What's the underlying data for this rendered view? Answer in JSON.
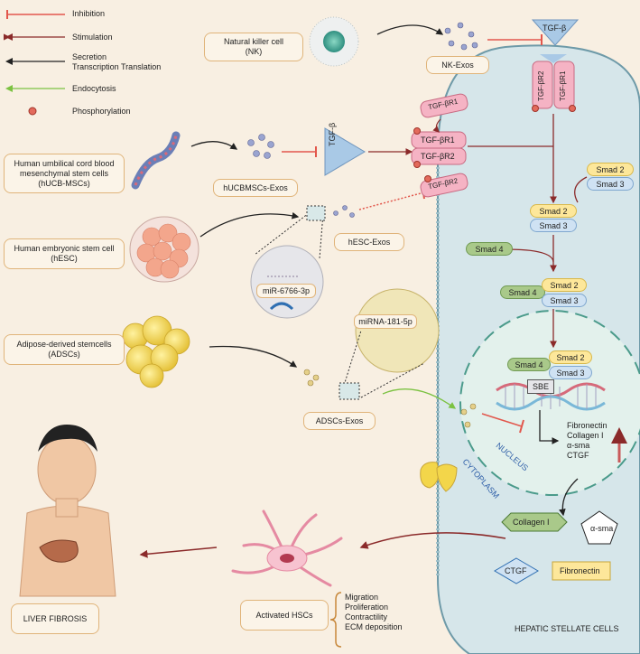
{
  "legend": [
    {
      "label": "Inhibition"
    },
    {
      "label": "Stimulation"
    },
    {
      "label": "Secretion\nTranscription Translation"
    },
    {
      "label": "Endocytosis"
    },
    {
      "label": "Phosphorylation"
    }
  ],
  "cells": {
    "nk": "Natural killer cell\n(NK)",
    "hucb": "Human umbilical cord blood\nmesenchymal stem cells\n(hUCB-MSCs)",
    "hesc": "Human embryonic stem cell\n(hESC)",
    "ads": "Adipose-derived stemcells\n(ADSCs)"
  },
  "exos": {
    "nk": "NK-Exos",
    "hucb": "hUCBMSCs-Exos",
    "hesc": "hESC-Exos",
    "ads": "ADSCs-Exos"
  },
  "mirna": {
    "hesc": "miR-6766-3p",
    "ads": "miRNA-181-5p"
  },
  "receptors": {
    "tgfb": "TGF-β",
    "r1": "TGF-βR1",
    "r2": "TGF-βR2"
  },
  "smads": {
    "s2": "Smad 2",
    "s3": "Smad 3",
    "s4": "Smad 4"
  },
  "nucleus": {
    "sbe": "SBE",
    "label": "NUCLEUS",
    "genes": "Fibronectin\nCollagen I\nα-sma\nCTGF"
  },
  "cytoplasm_label": "CYTOPLASM",
  "products": {
    "collagen": "Collagen I",
    "asma": "α-sma",
    "ctgf": "CTGF",
    "fibronectin": "Fibronectin"
  },
  "hsc": {
    "activated": "Activated HSCs",
    "effects": "Migration\nProliferation\nContractility\nECM deposition",
    "cell_label": "HEPATIC STELLATE CELLS"
  },
  "outcome": "LIVER FIBROSIS",
  "colors": {
    "inhibition": "#e2574c",
    "stimulation": "#8b2a2a",
    "secretion": "#222222",
    "endocytosis": "#7cc242",
    "cell_fill": "#d6e6ea",
    "cell_border": "#6e9aa8"
  }
}
